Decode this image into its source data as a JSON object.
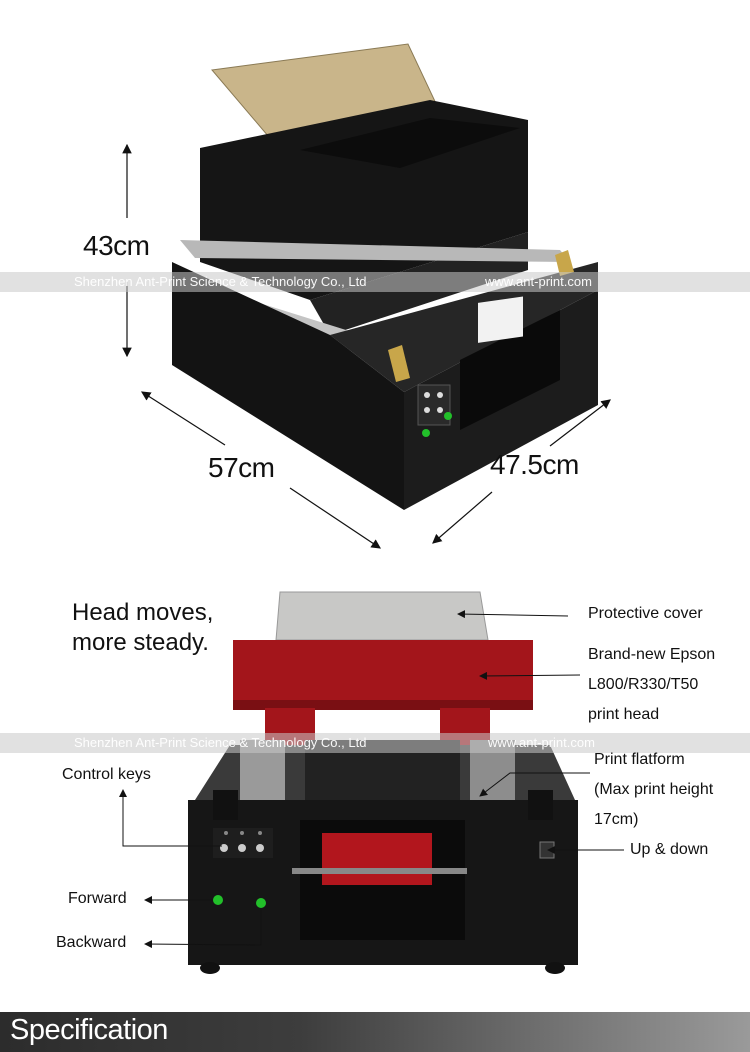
{
  "top_dimensions": {
    "height": "43cm",
    "width": "57cm",
    "depth": "47.5cm"
  },
  "watermark": {
    "company": "Shenzhen Ant-Print Science & Technology Co., Ltd",
    "site": "www.ant-print.com"
  },
  "bottom": {
    "headline_line1": "Head moves,",
    "headline_line2": "more steady.",
    "callouts": {
      "protective_cover": "Protective cover",
      "print_head_line1": "Brand-new Epson",
      "print_head_line2": "L800/R330/T50",
      "print_head_line3": "print head",
      "platform_line1": "Print flatform",
      "platform_line2": "(Max print height",
      "platform_line3": "17cm)",
      "up_down": "Up & down",
      "control_keys": "Control keys",
      "forward": "Forward",
      "backward": "Backward"
    }
  },
  "footer": {
    "section_title": "Specification"
  },
  "colors": {
    "printer_body": "#161616",
    "printer_head_red": "#a3151b",
    "cover_board": "#c9b58a",
    "footer_dark": "#2c2c2c",
    "button_green": "#22c02a"
  }
}
